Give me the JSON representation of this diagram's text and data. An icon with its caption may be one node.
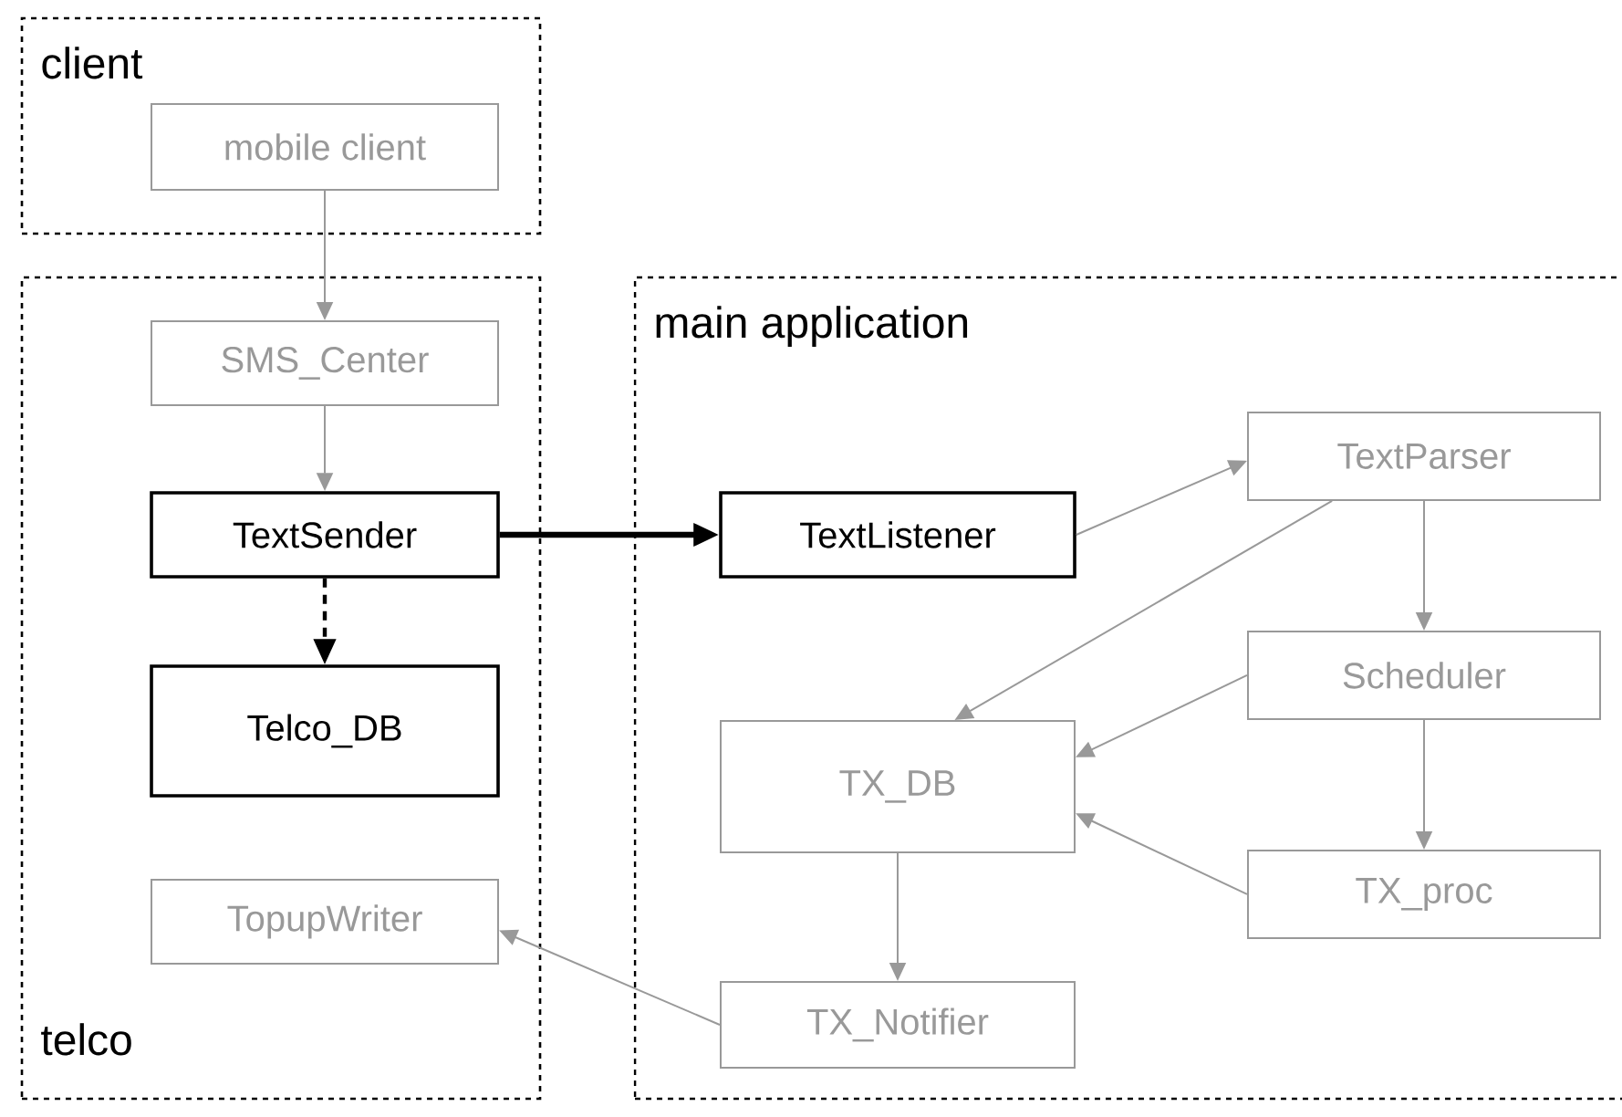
{
  "diagram": {
    "nodes": [
      {
        "text": [
          "client"
        ]
      },
      {
        "text": [
          "mobile client"
        ],
        "in": 0
      },
      {
        "text": [
          "telco"
        ]
      },
      {
        "text": [
          "SMS_Center"
        ],
        "in": 2
      },
      {
        "text": [
          "TextSender"
        ],
        "in": 2
      },
      {
        "text": [
          "Telco_DB"
        ],
        "in": 2
      },
      {
        "text": [
          "TopupWriter"
        ],
        "in": 2
      },
      {
        "text": [
          "main application"
        ]
      },
      {
        "text": [
          "TextListener"
        ],
        "in": 7
      },
      {
        "text": [
          "TextParser"
        ],
        "in": 7
      },
      {
        "text": [
          "Scheduler"
        ],
        "in": 7
      },
      {
        "text": [
          "TX_DB"
        ],
        "in": 7
      },
      {
        "text": [
          "TX_proc"
        ],
        "in": 7
      },
      {
        "text": [
          "TX_Notifier"
        ],
        "in": 7
      }
    ],
    "edges": [
      {
        "from": 1,
        "to": 3,
        "arrow": "to"
      },
      {
        "from": 3,
        "to": 4,
        "arrow": "to"
      },
      {
        "from": 4,
        "to": 8,
        "arrow": "to",
        "style": "thick",
        "color": "#000000"
      },
      {
        "from": 4,
        "to": 5,
        "arrow": "to",
        "style": "dashed",
        "color": "#000000"
      },
      {
        "from": 8,
        "to": 9,
        "arrow": "to"
      },
      {
        "from": 9,
        "to": 11,
        "arrow": "to"
      },
      {
        "from": 9,
        "to": 10,
        "arrow": "to"
      },
      {
        "from": 10,
        "to": 11,
        "arrow": "to"
      },
      {
        "from": 10,
        "to": 12,
        "arrow": "to"
      },
      {
        "from": 12,
        "to": 11,
        "arrow": "to"
      },
      {
        "from": 11,
        "to": 13,
        "arrow": "to"
      },
      {
        "from": 13,
        "to": 6,
        "arrow": "to"
      }
    ]
  }
}
